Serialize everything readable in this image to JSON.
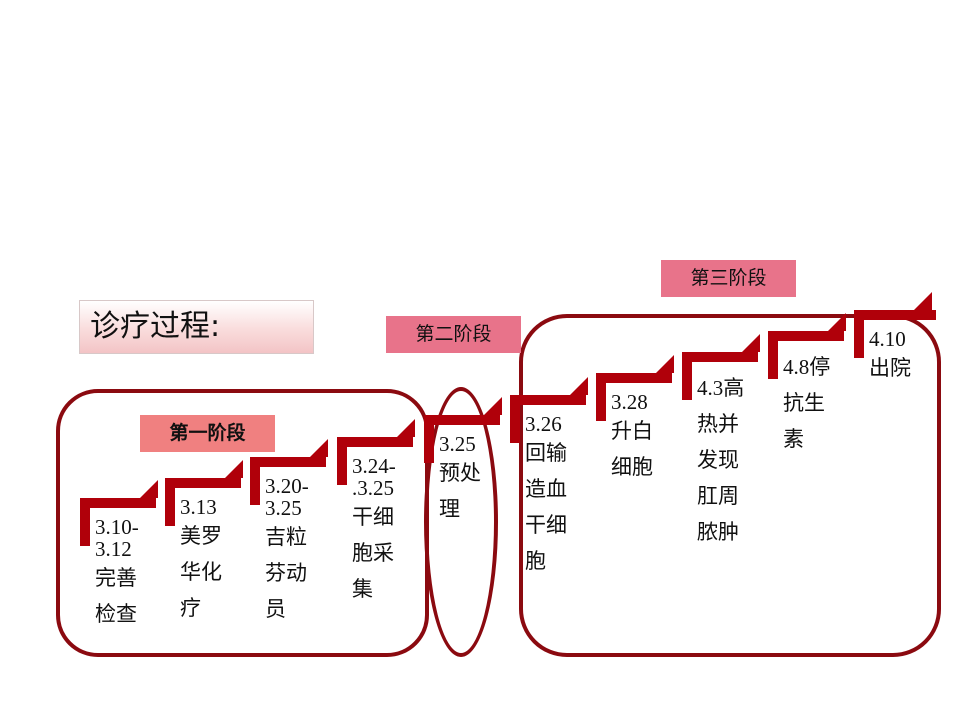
{
  "title": "诊疗过程:",
  "stages": [
    "第一阶段",
    "第二阶段",
    "第三阶段"
  ],
  "steps": [
    {
      "date": "3.10-\n3.12",
      "text": "完善\n检查"
    },
    {
      "date": "3.13",
      "text": "美罗\n华化\n疗"
    },
    {
      "date": "3.20-\n3.25",
      "text": "吉粒\n芬动\n员"
    },
    {
      "date": "3.24-\n.3.25",
      "text": "干细\n胞采\n集"
    },
    {
      "date": "3.25",
      "text": "预处\n理"
    },
    {
      "date": "3.26",
      "text": "回输\n造血\n干细\n胞"
    },
    {
      "date": "3.28",
      "text": "升白\n细胞"
    },
    {
      "date": "4.3",
      "text": "高\n热并\n发现\n肛周\n脓肿"
    },
    {
      "date": "4.8",
      "text": "停\n抗生\n素"
    },
    {
      "date": "4.10",
      "text": "出院"
    }
  ],
  "colors": {
    "step": "#b0000a",
    "frame": "#8b0a10",
    "stage1": "#f08080",
    "stage23": "#e8738a"
  }
}
